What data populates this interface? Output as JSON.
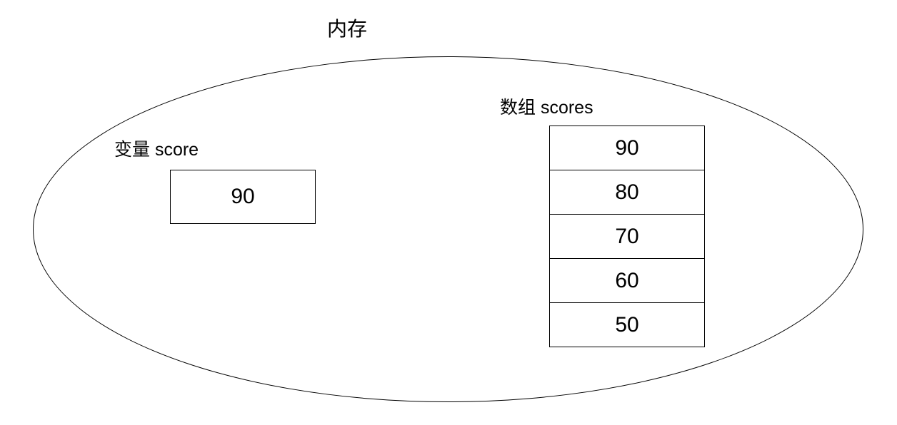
{
  "title": "内存",
  "variable": {
    "label": "变量 score",
    "value": "90"
  },
  "array": {
    "label": "数组 scores",
    "values": [
      "90",
      "80",
      "70",
      "60",
      "50"
    ]
  },
  "colors": {
    "stroke": "#000000",
    "background": "#ffffff",
    "text": "#000000"
  }
}
